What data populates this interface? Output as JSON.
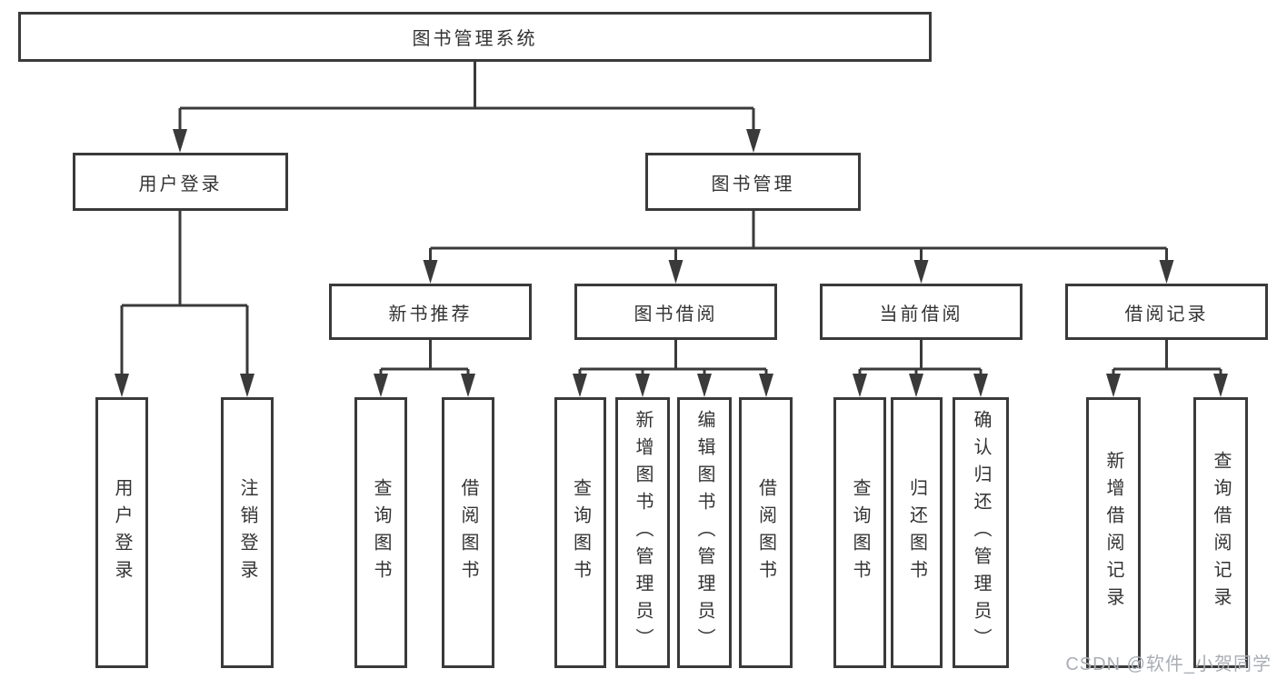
{
  "tree": {
    "root": {
      "label": "图书管理系统"
    },
    "branches": [
      {
        "label": "用户登录",
        "leaves": [
          {
            "label": "用户登录"
          },
          {
            "label": "注销登录"
          }
        ]
      },
      {
        "label": "图书管理",
        "children": [
          {
            "label": "新书推荐",
            "leaves": [
              {
                "label": "查询图书"
              },
              {
                "label": "借阅图书"
              }
            ]
          },
          {
            "label": "图书借阅",
            "leaves": [
              {
                "label": "查询图书"
              },
              {
                "label": "新增图书（管理员）"
              },
              {
                "label": "编辑图书（管理员）"
              },
              {
                "label": "借阅图书"
              }
            ]
          },
          {
            "label": "当前借阅",
            "leaves": [
              {
                "label": "查询图书"
              },
              {
                "label": "归还图书"
              },
              {
                "label": "确认归还（管理员）"
              }
            ]
          },
          {
            "label": "借阅记录",
            "leaves": [
              {
                "label": "新增借阅记录"
              },
              {
                "label": "查询借阅记录"
              }
            ]
          }
        ]
      }
    ]
  },
  "watermark": {
    "text": "CSDN @软件_小贺同学"
  },
  "colors": {
    "line": "#3a3a3a",
    "text": "#333333",
    "watermark": "#a9aeb4",
    "background": "#ffffff"
  }
}
